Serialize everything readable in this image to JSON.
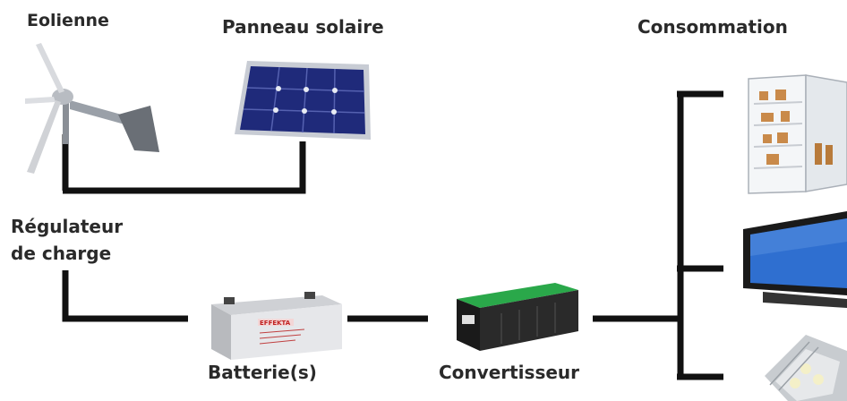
{
  "labels": {
    "wind": "Eolienne",
    "solar": "Panneau solaire",
    "consumption": "Consommation",
    "regulator_line1": "Régulateur",
    "regulator_line2": "de charge",
    "battery": "Batterie(s)",
    "converter": "Convertisseur",
    "battery_brand": "EFFEKTA"
  },
  "colors": {
    "wire": "#111111",
    "panel_cell": "#1f2a7a",
    "panel_frame": "#c8ccd4",
    "battery_body": "#e6e7ea",
    "converter_accent": "#2aa84a",
    "tv_screen": "#2f6fd0"
  },
  "icons": [
    "wind-turbine-icon",
    "solar-panel-icon",
    "fridge-icon",
    "tv-icon",
    "led-bulb-icon",
    "battery-icon",
    "inverter-icon"
  ]
}
